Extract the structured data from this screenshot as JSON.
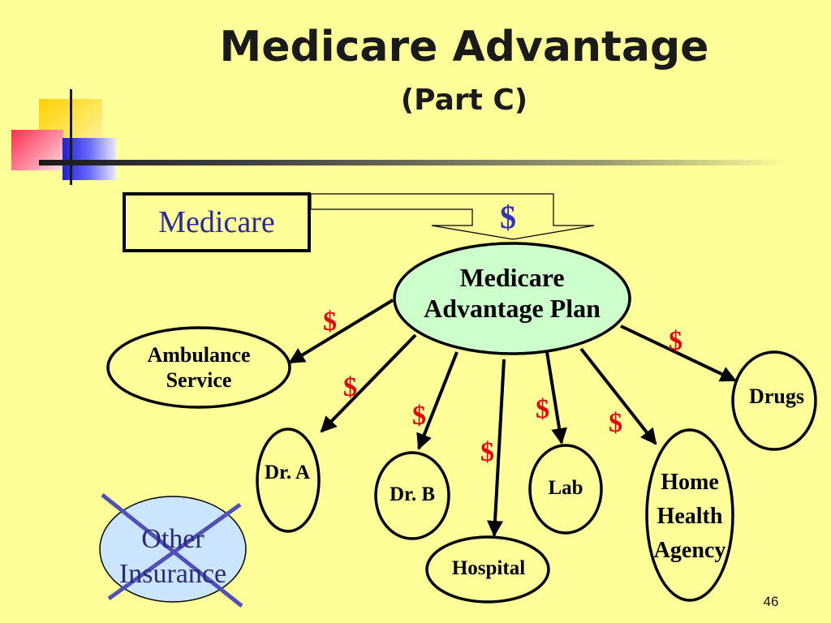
{
  "slide": {
    "title": "Medicare Advantage",
    "subtitle": "(Part C)",
    "page_number": "46"
  },
  "diagram": {
    "payer": "Medicare",
    "plan_line1": "Medicare",
    "plan_line2": "Advantage Plan",
    "payment_symbol": "$",
    "providers": {
      "ambulance_line1": "Ambulance",
      "ambulance_line2": "Service",
      "dr_a": "Dr. A",
      "dr_b": "Dr. B",
      "hospital": "Hospital",
      "lab": "Lab",
      "home_health_line1": "Home",
      "home_health_line2": "Health",
      "home_health_line3": "Agency",
      "drugs": "Drugs"
    },
    "excluded_line1": "Other",
    "excluded_line2": "Insurance"
  },
  "colors": {
    "background": "#ffff99",
    "plan_fill": "#ccffcc",
    "excluded_fill": "#cce5ff",
    "payment_red": "#e8000b",
    "payer_blue": "#2a2aa0",
    "cross_blue": "#5050b8"
  }
}
